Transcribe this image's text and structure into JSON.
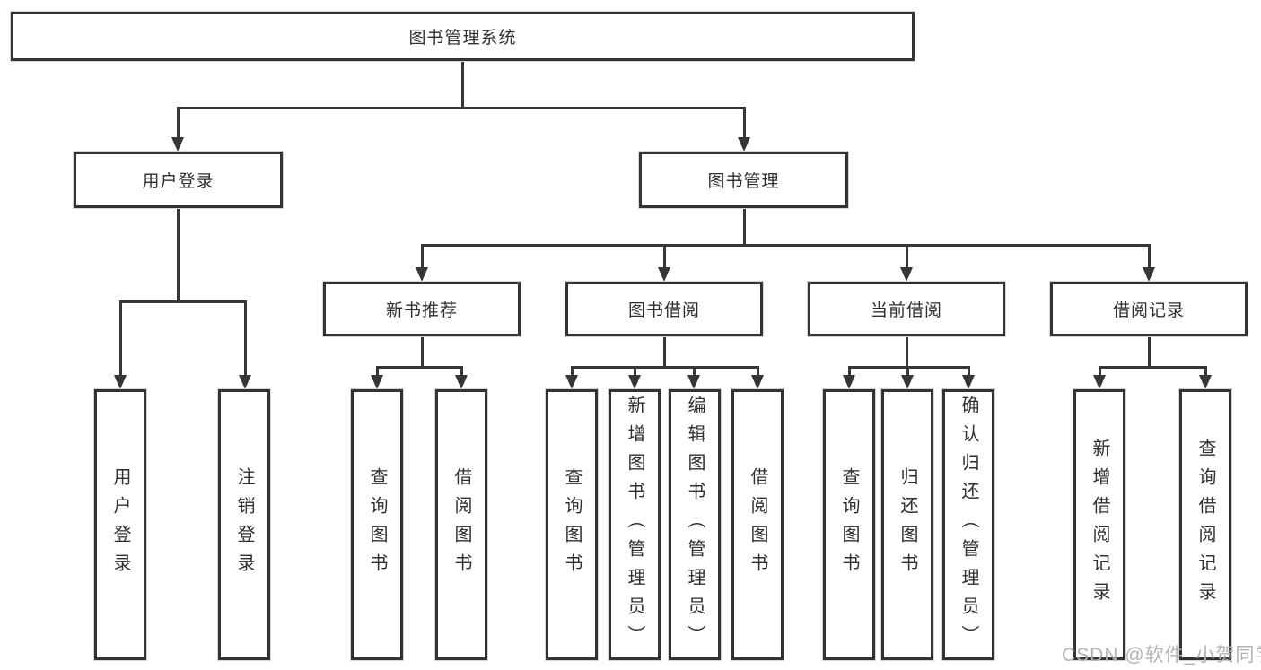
{
  "diagram": {
    "root": {
      "label": "图书管理系统"
    },
    "level2": [
      {
        "label": "用户登录"
      },
      {
        "label": "图书管理"
      }
    ],
    "level3": [
      {
        "label": "新书推荐"
      },
      {
        "label": "图书借阅"
      },
      {
        "label": "当前借阅"
      },
      {
        "label": "借阅记录"
      }
    ],
    "leaves": {
      "user_login": [
        {
          "label": "用户登录"
        },
        {
          "label": "注销登录"
        }
      ],
      "new_book": [
        {
          "label": "查询图书"
        },
        {
          "label": "借阅图书"
        }
      ],
      "book_borrow": [
        {
          "label": "查询图书"
        },
        {
          "label": "新增图书（管理员）"
        },
        {
          "label": "编辑图书（管理员）"
        },
        {
          "label": "借阅图书"
        }
      ],
      "current_borrow": [
        {
          "label": "查询图书"
        },
        {
          "label": "归还图书"
        },
        {
          "label": "确认归还（管理员）"
        }
      ],
      "borrow_record": [
        {
          "label": "新增借阅记录"
        },
        {
          "label": "查询借阅记录"
        }
      ]
    }
  },
  "watermark": {
    "text": "CSDN @软件_小贺同学"
  },
  "colors": {
    "line": "#363636",
    "border": "#333333",
    "text": "#2f2f2f",
    "box_fill": "#ffffff",
    "watermark": "#b3b3b3",
    "background": "#ffffff"
  }
}
